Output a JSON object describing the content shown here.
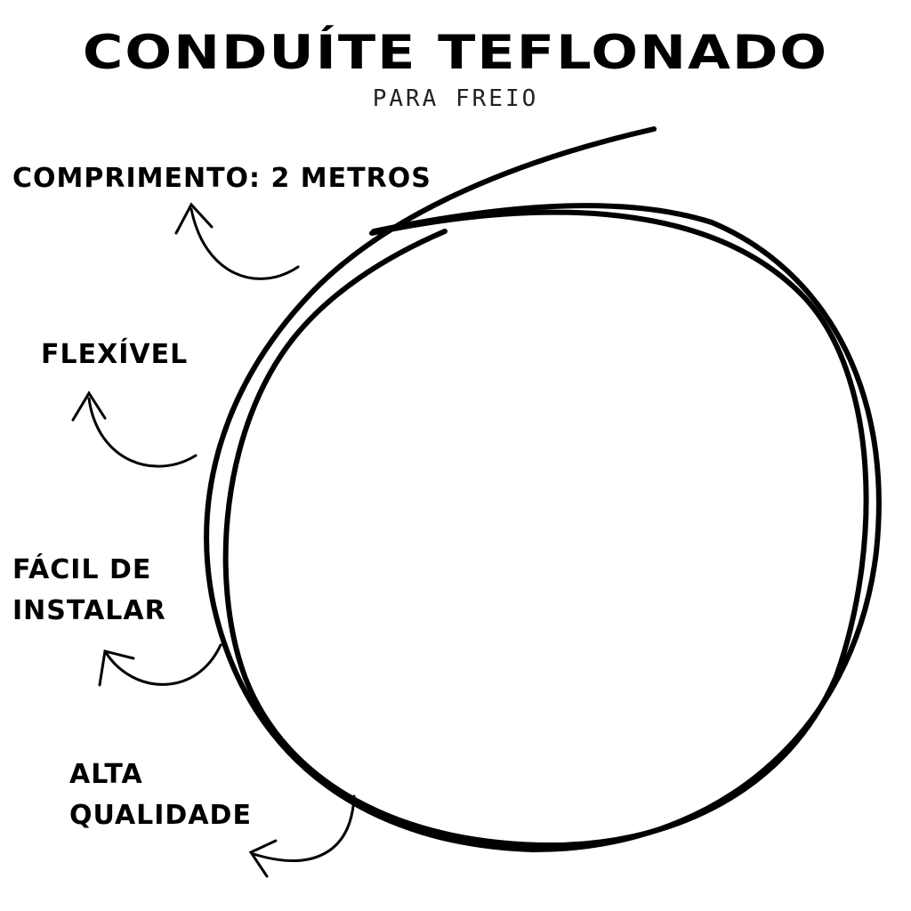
{
  "title": "CONDUÍTE TEFLONADO",
  "subtitle": "PARA FREIO",
  "features": [
    {
      "line1": "COMPRIMENTO: 2 METROS"
    },
    {
      "line1": "FLEXÍVEL"
    },
    {
      "line1": "FÁCIL DE",
      "line2": "INSTALAR"
    },
    {
      "line1": "ALTA",
      "line2": "QUALIDADE"
    }
  ]
}
